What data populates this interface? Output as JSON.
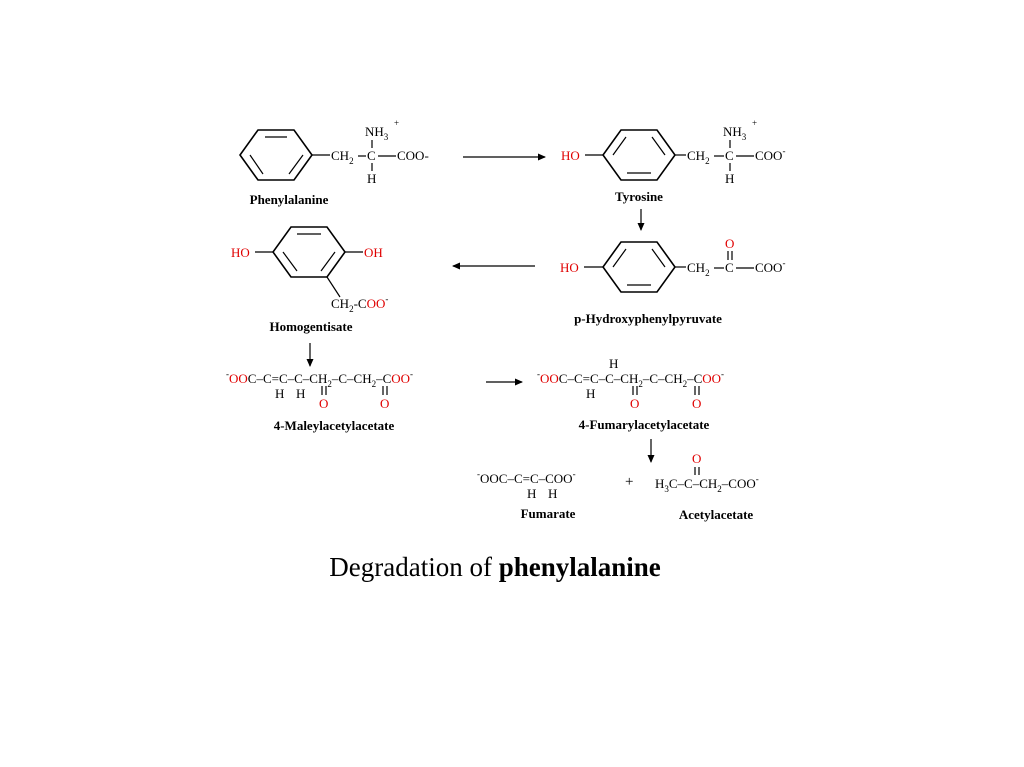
{
  "title": {
    "prefix": "Degradation of ",
    "emphasis": "phenylalanine"
  },
  "compounds": {
    "phenylalanine": "Phenylalanine",
    "tyrosine": "Tyrosine",
    "hydroxyphenylpyruvate": "p-Hydroxyphenylpyruvate",
    "homogentisate": "Homogentisate",
    "maleylacetylacetate": "4-Maleylacetylacetate",
    "fumarylacetylacetate": "4-Fumarylacetylacetate",
    "fumarate": "Fumarate",
    "acetylacetate": "Acetylacetate"
  },
  "text": {
    "nh3": "NH",
    "three": "3",
    "plus": "+",
    "minus": "-",
    "two": "2",
    "ho": "HO",
    "oh": "OH",
    "h": "H",
    "ch2": "CH",
    "c": "C",
    "coo_dash": "COO-",
    "coo": "COO",
    "o": "O",
    "oo": "OO",
    "ooc": "OOC",
    "h3c": "H",
    "plus_sign": "+"
  },
  "colors": {
    "oxygen": "#e00000",
    "ink": "#000000"
  }
}
